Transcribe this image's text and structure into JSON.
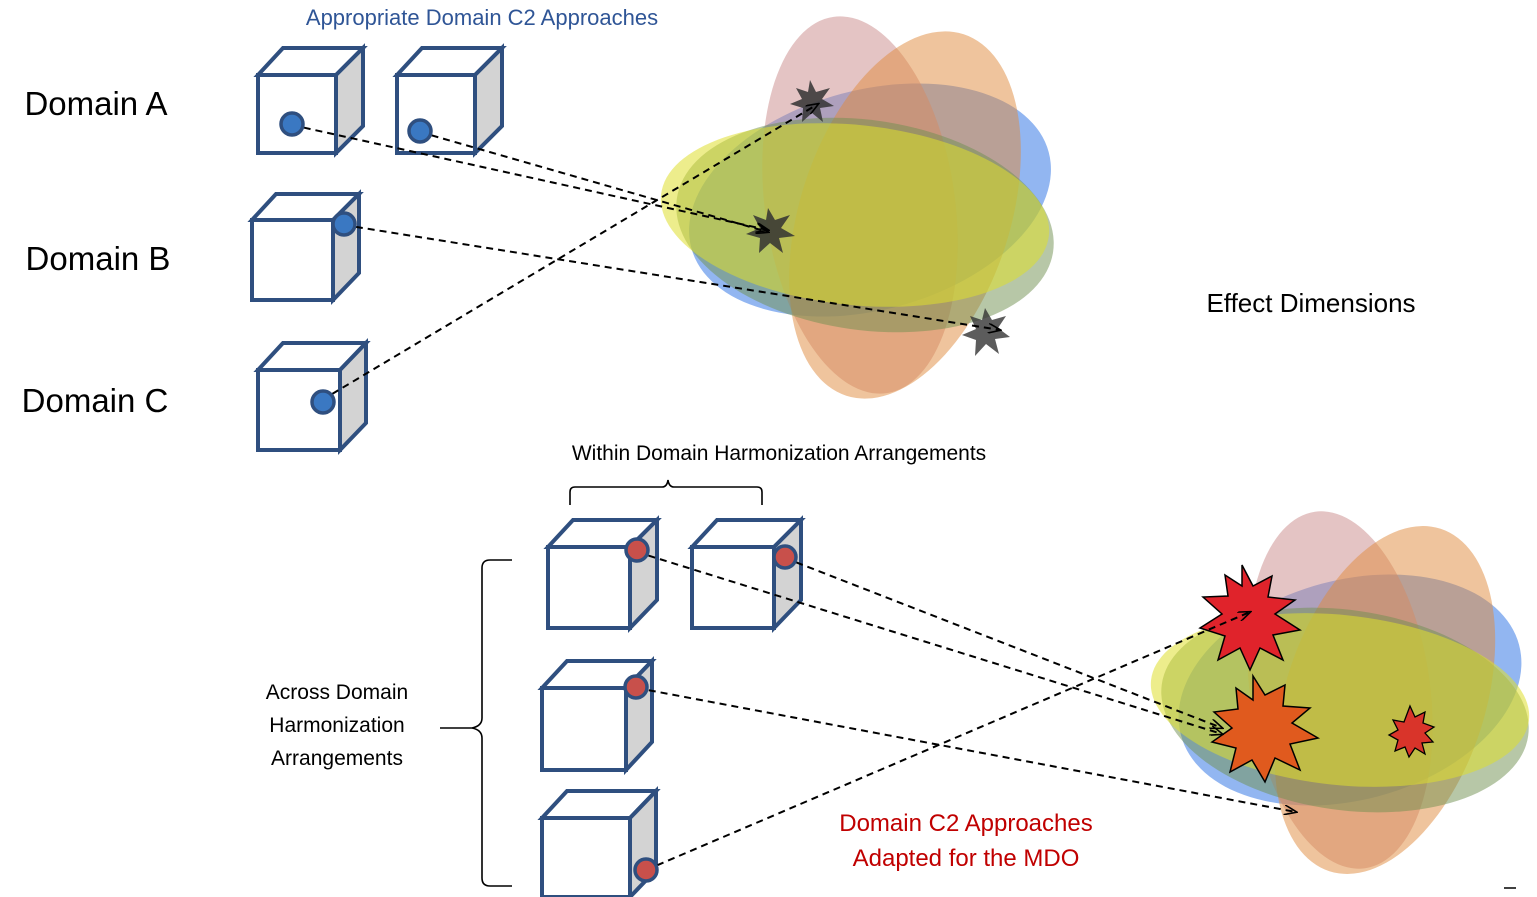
{
  "titles": {
    "top": "Appropriate Domain C2 Approaches",
    "within": "Within Domain Harmonization Arrangements",
    "adapted_line1": "Domain C2 Approaches",
    "adapted_line2": "Adapted for the MDO"
  },
  "domains": {
    "a": "Domain A",
    "b": "Domain B",
    "c": "Domain C"
  },
  "effect_label": "Effect Dimensions",
  "across": {
    "line1": "Across Domain",
    "line2": "Harmonization",
    "line3": "Arrangements"
  },
  "colors": {
    "cube_stroke": "#2f4f7f",
    "dot_blue": "#3a78c2",
    "dot_red": "#c8504b",
    "title_blue": "#2f5596",
    "title_red": "#c00000",
    "ellipse_blue": "#4a86e8",
    "ellipse_pink": "#c98a8a",
    "ellipse_orange": "#e08a3c",
    "ellipse_green": "#6f8f4f",
    "ellipse_yellow": "#d9d93a"
  }
}
